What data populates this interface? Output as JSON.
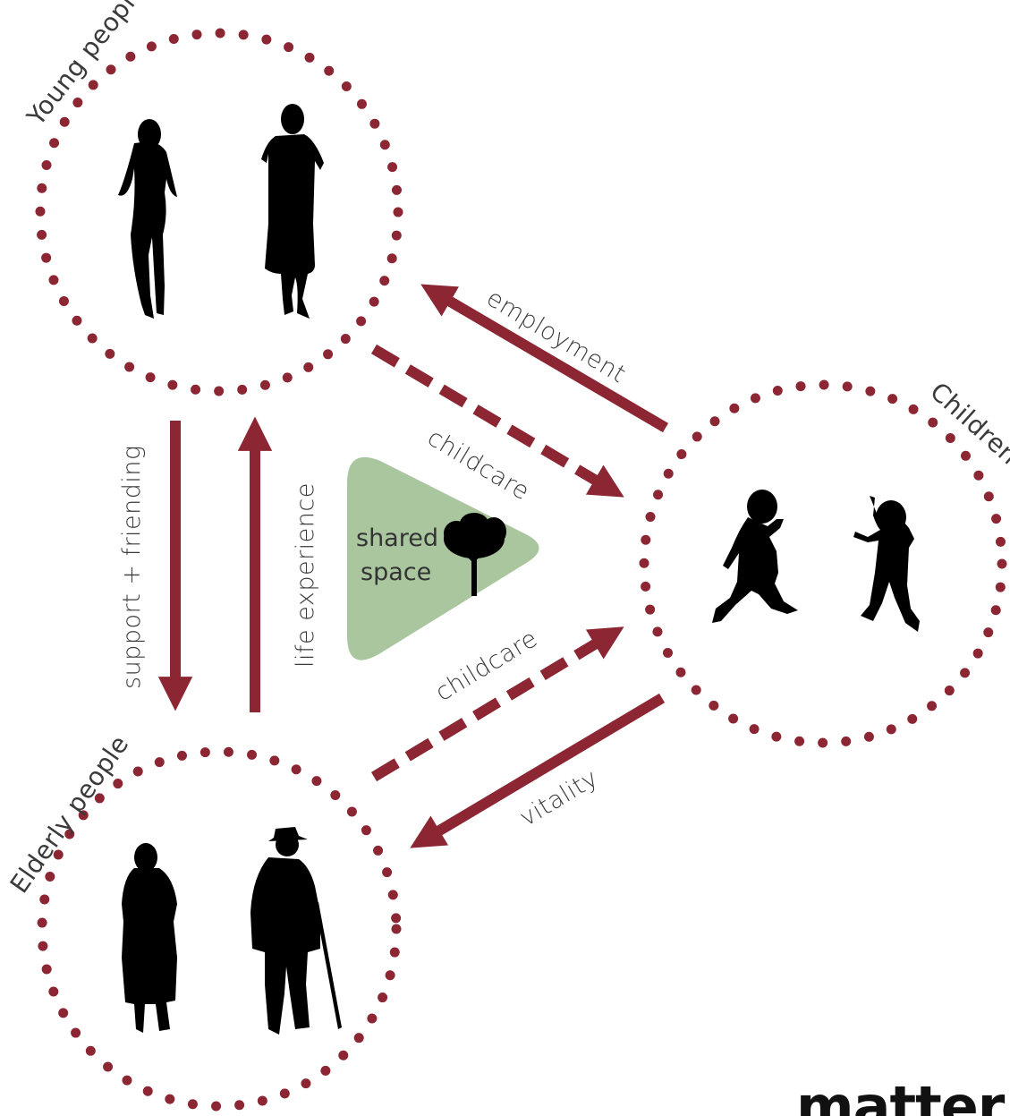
{
  "groups": {
    "young": "Young people",
    "children": "Children",
    "elderly": "Elderly people"
  },
  "flows": {
    "employment": "employment",
    "childcare_top": "childcare",
    "childcare_bottom": "childcare",
    "support": "support + friending",
    "life_experience": "life experience",
    "vitality": "vitality"
  },
  "shared_space": {
    "line1": "shared",
    "line2": "space"
  },
  "brand": "matter",
  "colors": {
    "accent": "#8c2633",
    "shared_fill": "#a9c69f",
    "silhouette": "#000000"
  },
  "icons": [
    "woman-silhouette",
    "man-silhouette",
    "running-child-silhouette",
    "toddler-silhouette",
    "elderly-woman-silhouette",
    "elderly-man-with-cane-silhouette",
    "tree-icon"
  ]
}
